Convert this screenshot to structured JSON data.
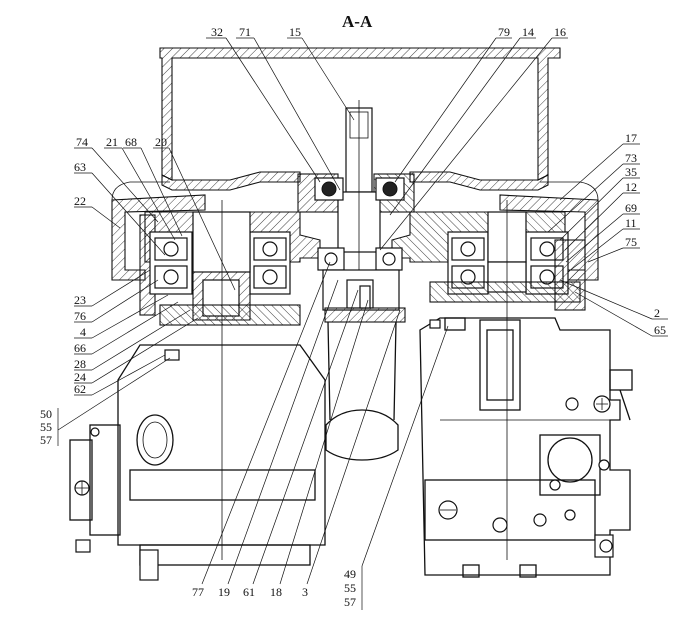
{
  "title": "A-A",
  "callouts_top": [
    "32",
    "71",
    "15",
    "79",
    "14",
    "16"
  ],
  "callouts_left": [
    "74",
    "21",
    "68",
    "20",
    "63",
    "22",
    "23",
    "76",
    "4",
    "66",
    "28",
    "24",
    "62"
  ],
  "callouts_left_group": [
    "50",
    "55",
    "57"
  ],
  "callouts_right": [
    "17",
    "73",
    "35",
    "12",
    "69",
    "11",
    "75",
    "2",
    "65"
  ],
  "callouts_bottom": [
    "77",
    "19",
    "61",
    "18",
    "3"
  ],
  "callouts_bottom_group": [
    "49",
    "55",
    "57"
  ]
}
